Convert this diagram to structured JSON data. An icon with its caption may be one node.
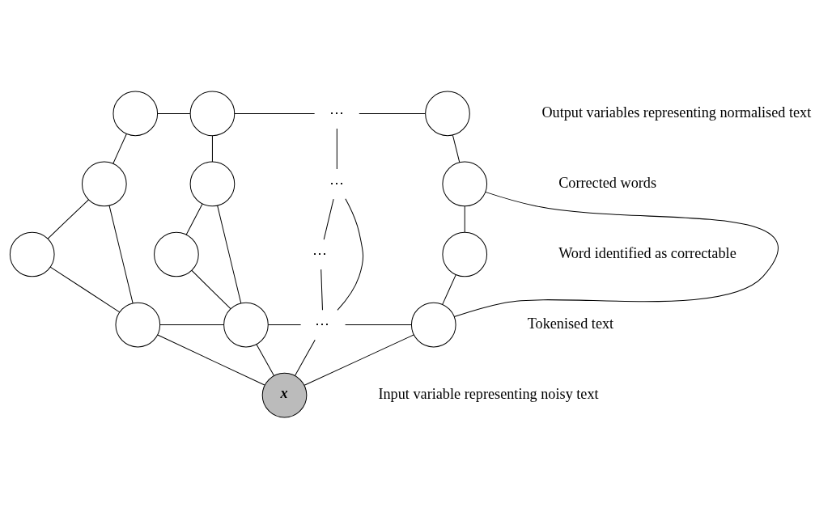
{
  "diagram": {
    "nodes": [
      {
        "text": [],
        "shape": "circle"
      },
      {
        "text": [],
        "shape": "circle"
      },
      {
        "text": [
          "⋯"
        ]
      },
      {
        "text": [],
        "shape": "circle"
      },
      {
        "text": [],
        "shape": "circle"
      },
      {
        "text": [],
        "shape": "circle"
      },
      {
        "text": [
          "⋯"
        ]
      },
      {
        "text": [],
        "shape": "circle"
      },
      {
        "text": [],
        "shape": "circle"
      },
      {
        "text": [],
        "shape": "circle"
      },
      {
        "text": [
          "⋯"
        ]
      },
      {
        "text": [],
        "shape": "circle"
      },
      {
        "text": [],
        "shape": "circle"
      },
      {
        "text": [],
        "shape": "circle"
      },
      {
        "text": [
          "⋯"
        ]
      },
      {
        "text": [],
        "shape": "circle"
      },
      {
        "text": [
          "x"
        ]
      }
    ],
    "edges": [
      {
        "from": 0,
        "to": 1,
        "arrow": "none"
      },
      {
        "from": 1,
        "to": 2,
        "arrow": "none"
      },
      {
        "from": 2,
        "to": 3,
        "arrow": "none"
      },
      {
        "from": 0,
        "to": 4,
        "arrow": "none"
      },
      {
        "from": 1,
        "to": 5,
        "arrow": "none"
      },
      {
        "from": 2,
        "to": 6,
        "arrow": "none"
      },
      {
        "from": 3,
        "to": 7,
        "arrow": "none"
      },
      {
        "from": 4,
        "to": 8,
        "arrow": "none"
      },
      {
        "from": 5,
        "to": 9,
        "arrow": "none"
      },
      {
        "from": 6,
        "to": 10,
        "arrow": "none"
      },
      {
        "from": 7,
        "to": 11,
        "arrow": "none"
      },
      {
        "from": 8,
        "to": 12,
        "arrow": "none"
      },
      {
        "from": 9,
        "to": 13,
        "arrow": "none"
      },
      {
        "from": 10,
        "to": 14,
        "arrow": "none"
      },
      {
        "from": 11,
        "to": 15,
        "arrow": "none"
      },
      {
        "from": 4,
        "to": 12,
        "arrow": "none"
      },
      {
        "from": 5,
        "to": 13,
        "arrow": "none"
      },
      {
        "from": 6,
        "to": 14,
        "arrow": "none"
      },
      {
        "from": 7,
        "to": 15,
        "arrow": "none"
      },
      {
        "from": 12,
        "to": 13,
        "arrow": "none"
      },
      {
        "from": 13,
        "to": 14,
        "arrow": "none"
      },
      {
        "from": 14,
        "to": 15,
        "arrow": "none"
      },
      {
        "from": 12,
        "to": 16,
        "arrow": "none"
      },
      {
        "from": 13,
        "to": 16,
        "arrow": "none"
      },
      {
        "from": 14,
        "to": 16,
        "arrow": "none"
      },
      {
        "from": 15,
        "to": 16,
        "arrow": "none"
      }
    ],
    "labels": [
      "Output variables representing normalised text",
      "Corrected words",
      "Word identified as correctable",
      "Tokenised text",
      "Input variable representing noisy text"
    ]
  }
}
